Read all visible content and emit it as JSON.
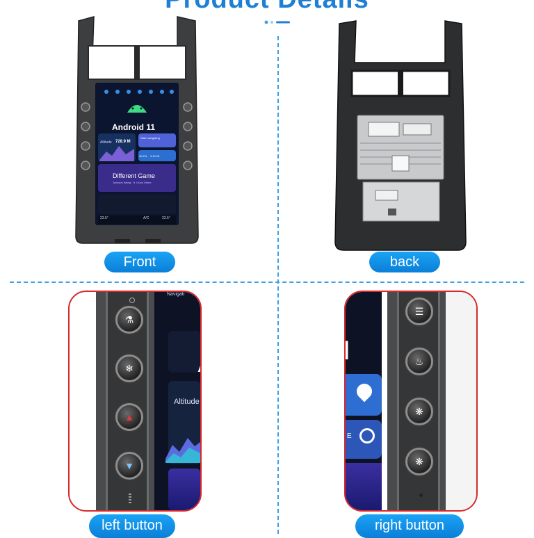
{
  "page": {
    "title": "Product Details"
  },
  "screen": {
    "os_label": "Android 11",
    "altitude_label": "Altitude",
    "altitude_value": "728.9 M",
    "nav_button": "Start navigating",
    "game_title": "Different Game",
    "game_subtitle": "Jackson Wang · ft. Gucci Mane",
    "temp_left": "23.5°",
    "temp_right": "23.5°",
    "stat_a": "40.2%",
    "stat_b": "3:10:15",
    "ac_label": "A/C"
  },
  "zoom_left": {
    "nav_label": "Navigati",
    "altitude_label": "Altitude",
    "letter": "A"
  },
  "zoom_right": {
    "letter": "l",
    "e_letter": "E"
  },
  "labels": {
    "front": "Front",
    "back": "back",
    "left_button": "left button",
    "right_button": "right button"
  },
  "colors": {
    "accent_blue": "#1e7fd6",
    "zoom_border": "#d8282c",
    "android_green": "#3ddc84"
  }
}
